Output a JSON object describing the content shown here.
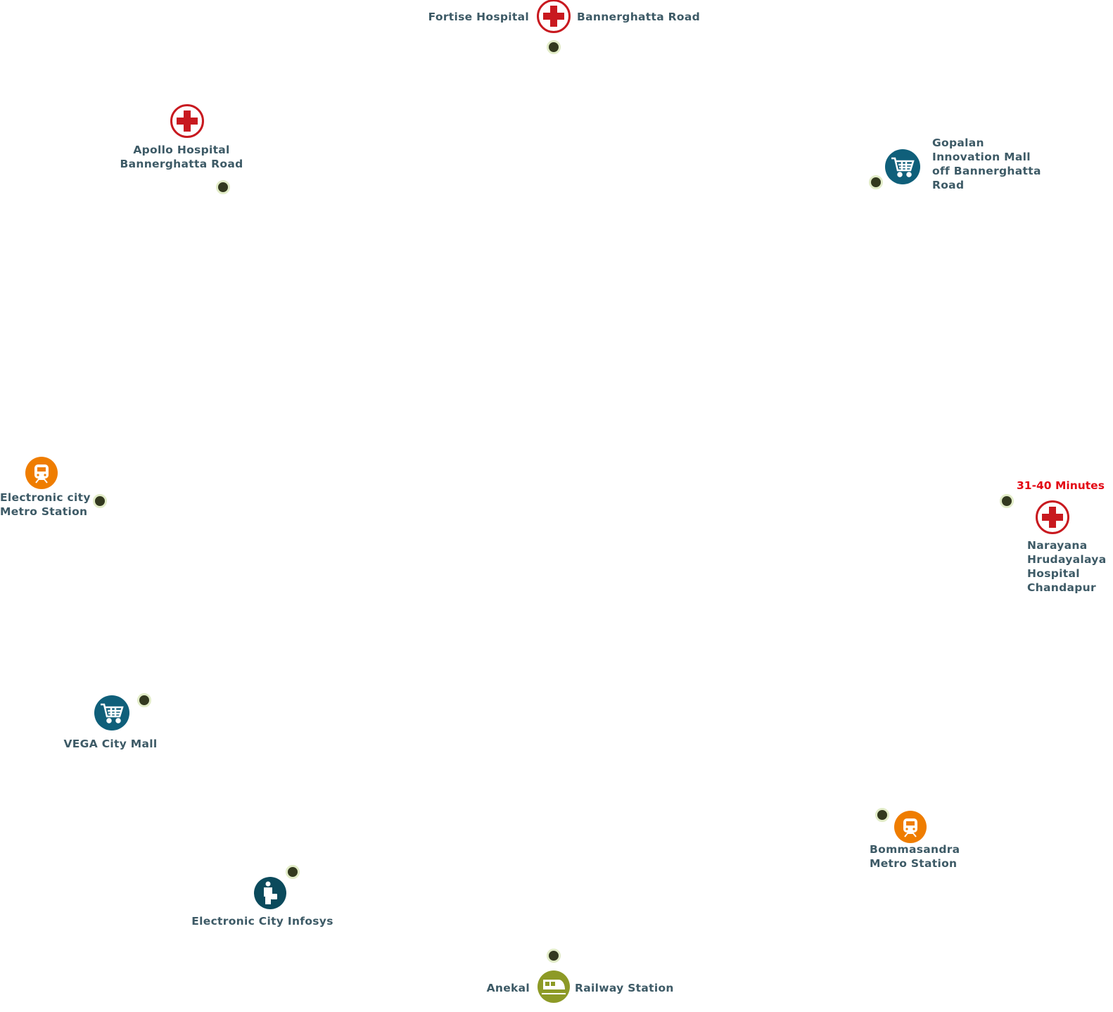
{
  "colors": {
    "text": "#3d5a66",
    "hospital": "#c8191f",
    "mall": "#0f5f7a",
    "metro": "#ef7d00",
    "office": "#0b4a5c",
    "railway": "#8d9a26",
    "dot": "#33391f",
    "time": "#e30613"
  },
  "places": {
    "fortise": {
      "left": "Fortise Hospital",
      "right": "Bannerghatta Road",
      "icon": "hospital-icon"
    },
    "apollo": {
      "lines": [
        "Apollo Hospital",
        "Bannerghatta Road"
      ],
      "icon": "hospital-icon"
    },
    "gopalan": {
      "lines": [
        "Gopalan",
        "Innovation Mall",
        "off Bannerghatta",
        "Road"
      ],
      "icon": "cart-icon"
    },
    "ecity_metro": {
      "lines": [
        "Electronic city",
        "Metro Station"
      ],
      "icon": "metro-icon"
    },
    "narayana": {
      "time": "31-40 Minutes",
      "lines": [
        "Narayana",
        "Hrudayalaya",
        "Hospital",
        "Chandapur"
      ],
      "icon": "hospital-icon"
    },
    "vega": {
      "lines": [
        "VEGA City Mall"
      ],
      "icon": "cart-icon"
    },
    "bommasandra": {
      "lines": [
        "Bommasandra",
        "Metro Station"
      ],
      "icon": "metro-icon"
    },
    "infosys": {
      "lines": [
        "Electronic City Infosys"
      ],
      "icon": "office-worker-icon"
    },
    "anekal": {
      "left": "Anekal",
      "right": "Railway Station",
      "icon": "train-icon"
    }
  }
}
